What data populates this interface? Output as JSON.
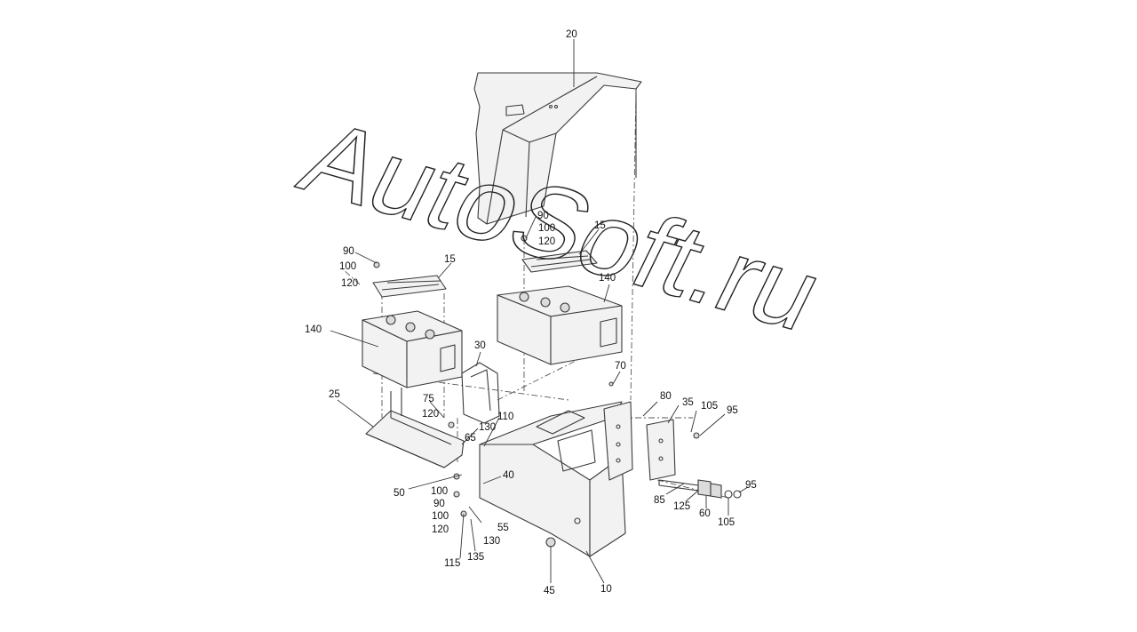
{
  "watermark": "AutoSoft.ru",
  "callouts": {
    "c20": "20",
    "c15a": "15",
    "c15b": "15",
    "c90a": "90",
    "c100a": "100",
    "c120a": "120",
    "c90b": "90",
    "c100b": "100",
    "c120b": "120",
    "c140a": "140",
    "c140b": "140",
    "c30": "30",
    "c70": "70",
    "c25": "25",
    "c75": "75",
    "c120c": "120",
    "c110": "110",
    "c130a": "130",
    "c65": "65",
    "c80": "80",
    "c35": "35",
    "c105a": "105",
    "c95a": "95",
    "c40": "40",
    "c50": "50",
    "c100c": "100",
    "c90c": "90",
    "c100d": "100",
    "c120d": "120",
    "c55": "55",
    "c130b": "130",
    "c135": "135",
    "c115": "115",
    "c85": "85",
    "c125": "125",
    "c60": "60",
    "c105b": "105",
    "c95b": "95",
    "c45": "45",
    "c10": "10"
  }
}
